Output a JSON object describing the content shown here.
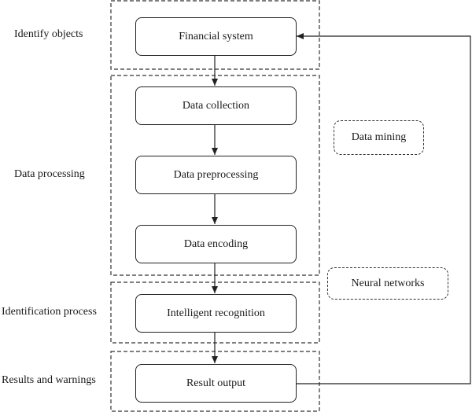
{
  "stages": {
    "identify": "Identify objects",
    "processing": "Data processing",
    "identification": "Identification process",
    "results": "Results and warnings"
  },
  "nodes": {
    "financial_system": "Financial system",
    "data_collection": "Data collection",
    "data_preprocessing": "Data preprocessing",
    "data_encoding": "Data encoding",
    "intelligent_recognition": "Intelligent recognition",
    "result_output": "Result output"
  },
  "methods": {
    "data_mining": "Data mining",
    "neural_networks": "Neural networks"
  }
}
